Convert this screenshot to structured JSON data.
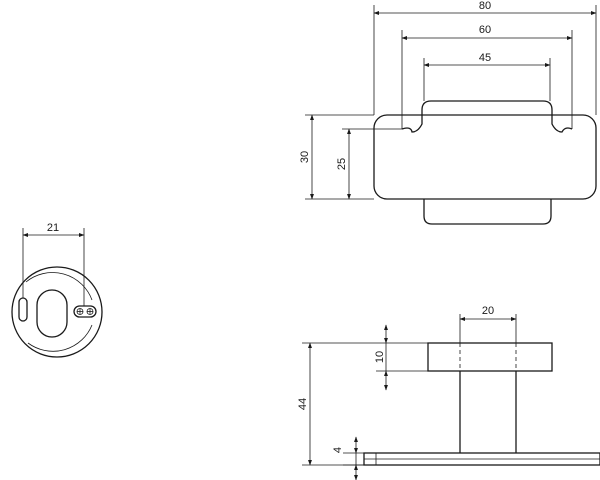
{
  "dimensions": {
    "front_width_outer": "80",
    "front_width_mid": "60",
    "front_width_inner": "45",
    "front_height_outer": "30",
    "front_height_inner": "25",
    "plate_width": "21",
    "side_top_width": "20",
    "side_total_height": "44",
    "side_top_thickness": "10",
    "side_base_thickness": "4"
  }
}
